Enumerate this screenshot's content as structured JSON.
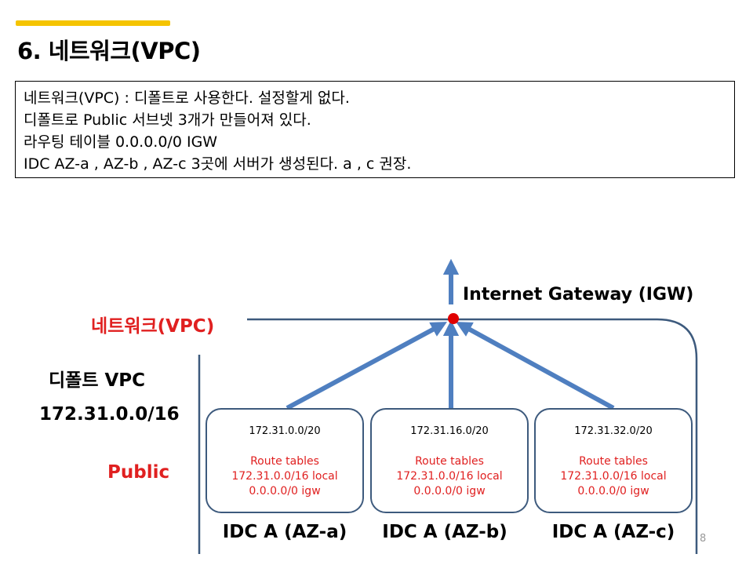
{
  "header": {
    "title": "6. 네트워크(VPC)"
  },
  "note_lines": [
    "네트워크(VPC) : 디폴트로 사용한다. 설정할게 없다.",
    "디폴트로 Public 서브넷 3개가 만들어져 있다.",
    "라우팅 테이블 0.0.0.0/0   IGW",
    "IDC AZ-a , AZ-b , AZ-c 3곳에 서버가 생성된다.   a , c 권장."
  ],
  "diagram": {
    "vpc_label": "네트워크(VPC)",
    "default_vpc_label": "디폴트 VPC",
    "vpc_cidr": "172.31.0.0/16",
    "public_label": "Public",
    "igw_label": "Internet Gateway (IGW)",
    "subnets": [
      {
        "cidr": "172.31.0.0/20",
        "route_title": "Route tables",
        "route_local": "172.31.0.0/16 local",
        "route_default": "0.0.0.0/0 igw",
        "az_label": "IDC A (AZ-a)"
      },
      {
        "cidr": "172.31.16.0/20",
        "route_title": "Route tables",
        "route_local": "172.31.0.0/16 local",
        "route_default": "0.0.0.0/0 igw",
        "az_label": "IDC A (AZ-b)"
      },
      {
        "cidr": "172.31.32.0/20",
        "route_title": "Route tables",
        "route_local": "172.31.0.0/16 local",
        "route_default": "0.0.0.0/0 igw",
        "az_label": "IDC A (AZ-c)"
      }
    ],
    "colors": {
      "arrow": "#4f7fc0",
      "border": "#3d5a7d",
      "igw_dot": "#e00000",
      "highlight_text": "#e02020",
      "accent_bar": "#f5c400"
    }
  },
  "footer": {
    "page_number": "8"
  }
}
